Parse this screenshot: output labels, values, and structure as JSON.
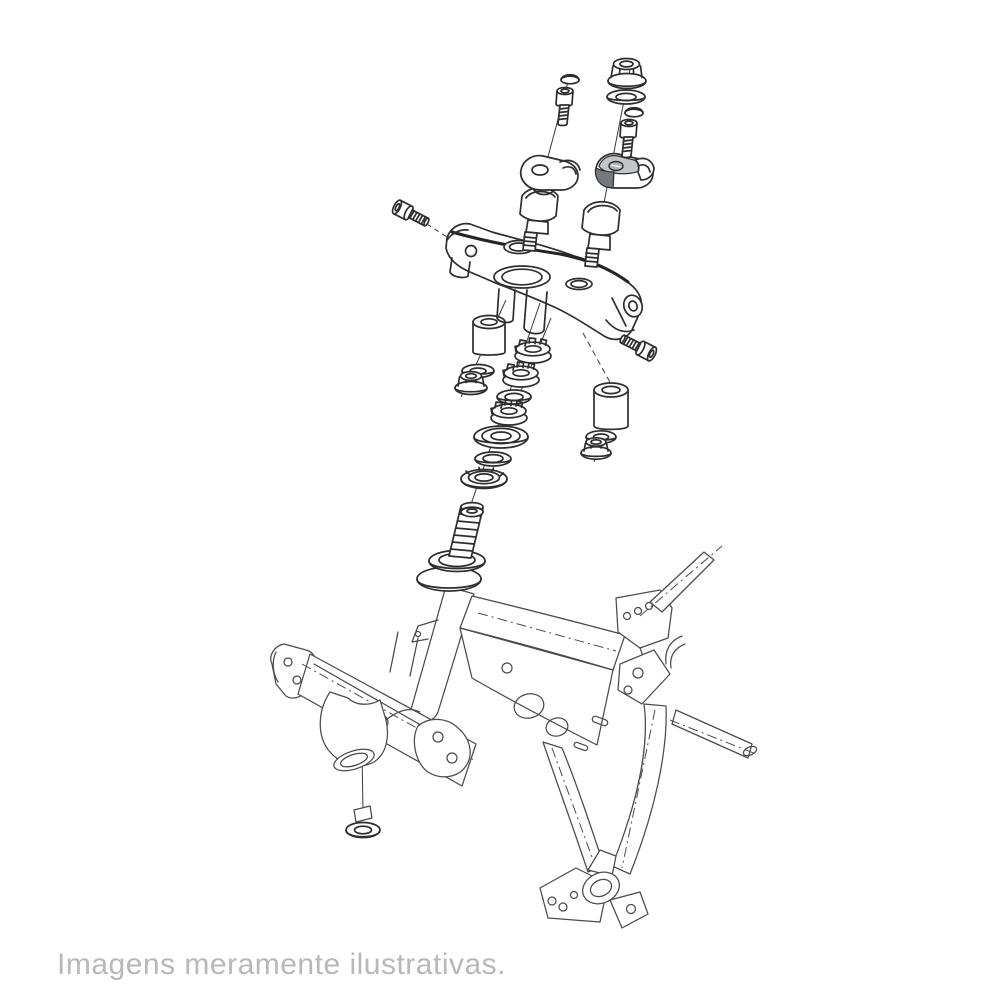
{
  "page": {
    "background_color": "#ffffff"
  },
  "caption": {
    "text": "Imagens meramente ilustrativas.",
    "color": "#b8b8b8"
  },
  "figure": {
    "kind": "exploded-parts-diagram",
    "subject": "motorcycle steering stem, handlebar clamps and frame",
    "line_color": "#2e2e2e",
    "frame_line_color": "#4b4b4b",
    "highlight_color": "#93999d",
    "highlight_top_color": "#c2c6c9",
    "highlight_shadow_color": "#75797d",
    "highlight_hole_color": "#aeb2b5",
    "highlighted_part": "handlebar-clamp-right",
    "parts": [
      "flange-lock-nut",
      "washer",
      "dust-cap",
      "socket-bolt",
      "handlebar-clamp-right",
      "handlebar-clamp-left",
      "handlebar-riser",
      "upper-triple-clamp",
      "spacer-bushing",
      "flange-nut",
      "castle-nut",
      "dust-seal",
      "bearing",
      "steering-stem",
      "frame",
      "lower-bracket",
      "grommet"
    ]
  }
}
